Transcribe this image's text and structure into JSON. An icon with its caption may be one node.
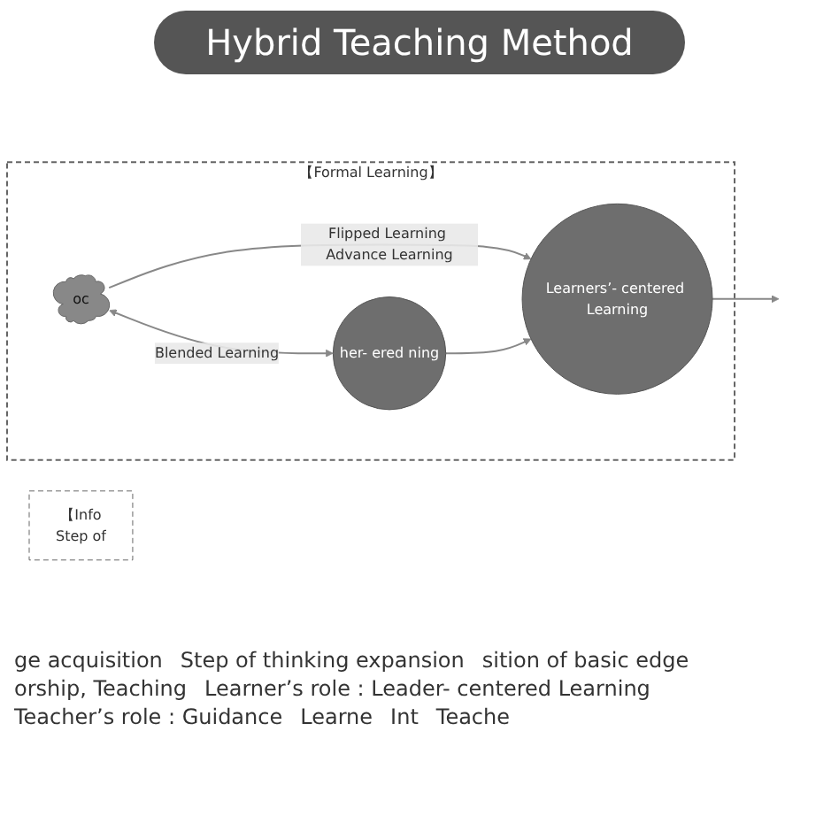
{
  "diagram": {
    "title": "Hybrid Teaching Method",
    "nodes": [
      {
        "text": [
          "【Formal Learning】"
        ]
      },
      {
        "text": [
          "oc"
        ],
        "in": 0
      },
      {
        "text": [
          "her- ered ning"
        ],
        "in": 0
      },
      {
        "text": [
          "Learners’- centered Learning"
        ],
        "in": 0
      },
      {
        "text": [
          "【Info",
          "Step of"
        ]
      }
    ],
    "edges": [
      {
        "from": 1,
        "to": 2,
        "arrow": "both",
        "label": "Blended Learning"
      },
      {
        "from": 1,
        "to": 3,
        "arrow": "to",
        "label": "Flipped Learning Advance Learning"
      },
      {
        "from": 2,
        "to": 3,
        "arrow": "to"
      },
      {
        "from": 3,
        "to": null,
        "arrow": "to"
      }
    ],
    "labels": [
      "ge acquisition",
      "Step of thinking expansion",
      "sition of basic edge",
      "orship, Teaching",
      "Learner’s role : Leader- centered Learning",
      "Teacher’s role : Guidance",
      "Learne",
      "Int",
      "Teache"
    ]
  }
}
